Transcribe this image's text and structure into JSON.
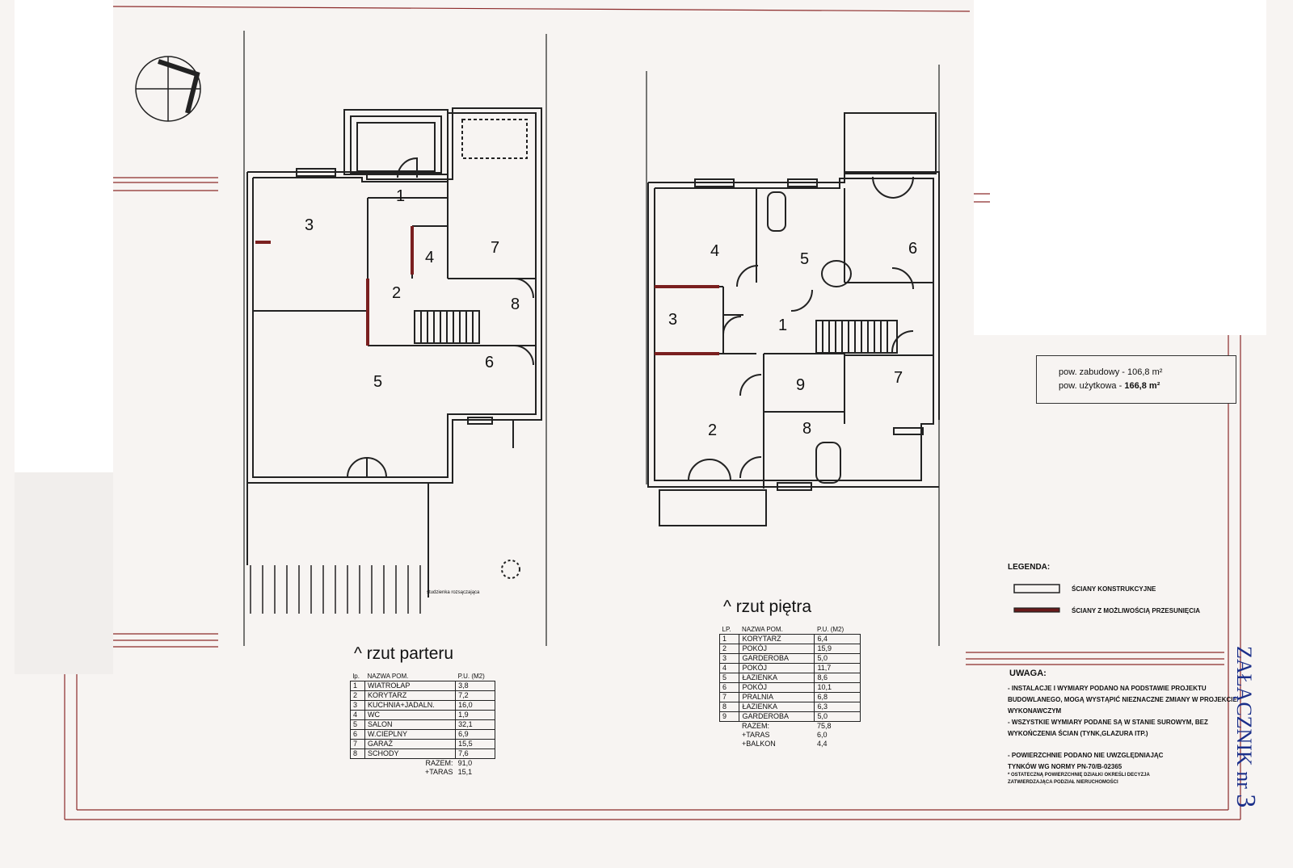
{
  "ground_floor": {
    "title": "^ rzut parteru",
    "room_numbers": [
      "1",
      "2",
      "3",
      "4",
      "5",
      "6",
      "7",
      "8"
    ],
    "note_label": "studzienka rozsączająca",
    "table": {
      "headers": [
        "lp.",
        "NAZWA POM.",
        "P.U. (M2)"
      ],
      "rows": [
        {
          "n": "1",
          "name": "WIATROŁAP",
          "area": "3,8"
        },
        {
          "n": "2",
          "name": "KORYTARZ",
          "area": "7,2"
        },
        {
          "n": "3",
          "name": "KUCHNIA+JADALN.",
          "area": "16,0"
        },
        {
          "n": "4",
          "name": "WC",
          "area": "1,9"
        },
        {
          "n": "5",
          "name": "SALON",
          "area": "32,1"
        },
        {
          "n": "6",
          "name": "W.CIEPLNY",
          "area": "6,9"
        },
        {
          "n": "7",
          "name": "GARAŻ",
          "area": "15,5"
        },
        {
          "n": "8",
          "name": "SCHODY",
          "area": "7,6"
        }
      ],
      "sum_label": "RAZEM:",
      "sum_value": "91,0",
      "extra_label": "+TARAS",
      "extra_value": "15,1"
    }
  },
  "upper_floor": {
    "title": "^ rzut piętra",
    "room_numbers": [
      "1",
      "2",
      "3",
      "4",
      "5",
      "6",
      "7",
      "8",
      "9"
    ],
    "table": {
      "headers": [
        "LP.",
        "NAZWA POM.",
        "P.U. (M2)"
      ],
      "rows": [
        {
          "n": "1",
          "name": "KORYTARZ",
          "area": "6,4"
        },
        {
          "n": "2",
          "name": "POKÓJ",
          "area": "15,9"
        },
        {
          "n": "3",
          "name": "GARDEROBA",
          "area": "5,0"
        },
        {
          "n": "4",
          "name": "POKÓJ",
          "area": "11,7"
        },
        {
          "n": "5",
          "name": "ŁAZIENKA",
          "area": "8,6"
        },
        {
          "n": "6",
          "name": "POKÓJ",
          "area": "10,1"
        },
        {
          "n": "7",
          "name": "PRALNIA",
          "area": "6,8"
        },
        {
          "n": "8",
          "name": "ŁAZIENKA",
          "area": "6,3"
        },
        {
          "n": "9",
          "name": "GARDEROBA",
          "area": "5,0"
        }
      ],
      "sum_label": "RAZEM:",
      "sum_value": "75,8",
      "extra": [
        {
          "label": "+TARAS",
          "value": "6,0"
        },
        {
          "label": "+BALKON",
          "value": "4,4"
        }
      ]
    }
  },
  "areas": {
    "built_label": "pow. zabudowy -",
    "built_value": "106,8 m²",
    "usable_label": "pow. użytkowa -",
    "usable_value": "166,8 m²"
  },
  "legend": {
    "title": "LEGENDA:",
    "items": [
      "ŚCIANY KONSTRUKCYJNE",
      "ŚCIANY Z MOŻLIWOŚCIĄ PRZESUNIĘCIA"
    ]
  },
  "notes": {
    "title": "UWAGA:",
    "lines": [
      "- INSTALACJE I WYMIARY PODANO NA PODSTAWIE PROJEKTU",
      "BUDOWLANEGO, MOGĄ WYSTĄPIĆ  NIEZNACZNE ZMIANY W PROJEKCIE",
      "WYKONAWCZYM",
      "- WSZYSTKIE WYMIARY PODANE SĄ W STANIE SUROWYM, BEZ",
      "WYKOŃCZENIA ŚCIAN (TYNK,GLAZURA ITP.)",
      "",
      "- POWIERZCHNIE PODANO NIE UWZGLĘDNIAJĄC",
      "TYNKÓW WG NORMY PN-70/B-02365",
      "* OSTATECZNĄ POWIERZCHNIĘ DZIAŁKI OKREŚLI DECYZJA",
      "ZATWIERDZAJĄCA PODZIAŁ NIERUCHOMOŚCI"
    ]
  },
  "stamp": {
    "text": "ZAŁĄCZNIK nr",
    "number": "3"
  },
  "colors": {
    "border": "#8c2a2a",
    "line": "#222222",
    "paper": "#f7f4f2"
  }
}
